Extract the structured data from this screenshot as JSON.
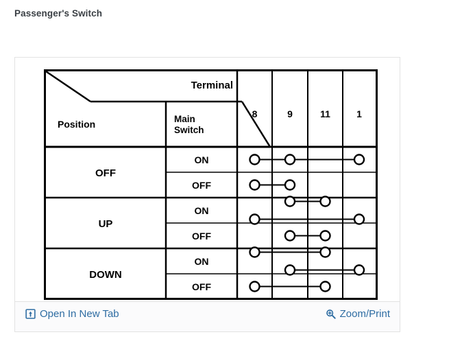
{
  "page": {
    "title": "Passenger's Switch"
  },
  "table": {
    "corner": {
      "terminal_label": "Terminal",
      "position_label": "Position",
      "main_switch_label": "Main\nSwitch",
      "main_switch_line1": "Main",
      "main_switch_line2": "Switch"
    },
    "terminal_columns": [
      "8",
      "9",
      "11",
      "1"
    ],
    "rows": [
      {
        "position": "OFF",
        "states": [
          {
            "state": "ON",
            "connections": [
              {
                "terminals": [
                  "8",
                  "9",
                  "1"
                ],
                "level": 0
              }
            ]
          },
          {
            "state": "OFF",
            "connections": [
              {
                "terminals": [
                  "8",
                  "9"
                ],
                "level": 0
              }
            ]
          }
        ]
      },
      {
        "position": "UP",
        "states": [
          {
            "state": "ON",
            "connections": [
              {
                "terminals": [
                  "9",
                  "11"
                ],
                "level": -1
              },
              {
                "terminals": [
                  "8",
                  "1"
                ],
                "level": 1
              }
            ]
          },
          {
            "state": "OFF",
            "connections": [
              {
                "terminals": [
                  "9",
                  "11"
                ],
                "level": 0
              }
            ]
          }
        ]
      },
      {
        "position": "DOWN",
        "states": [
          {
            "state": "ON",
            "connections": [
              {
                "terminals": [
                  "8",
                  "11"
                ],
                "level": -1
              },
              {
                "terminals": [
                  "9",
                  "1"
                ],
                "level": 1
              }
            ]
          },
          {
            "state": "OFF",
            "connections": [
              {
                "terminals": [
                  "8",
                  "11"
                ],
                "level": 0
              }
            ]
          }
        ]
      }
    ]
  },
  "actions": {
    "open_in_new_tab": "Open In New Tab",
    "zoom_print": "Zoom/Print",
    "open_icon": "open-in-new-tab-icon",
    "zoom_icon": "magnifier-plus-icon"
  },
  "colors": {
    "link": "#2d6ca2",
    "title": "#3a3f44",
    "card_border": "#e2e2e2",
    "bar_bg": "#fbfbfc",
    "line": "#000000"
  }
}
